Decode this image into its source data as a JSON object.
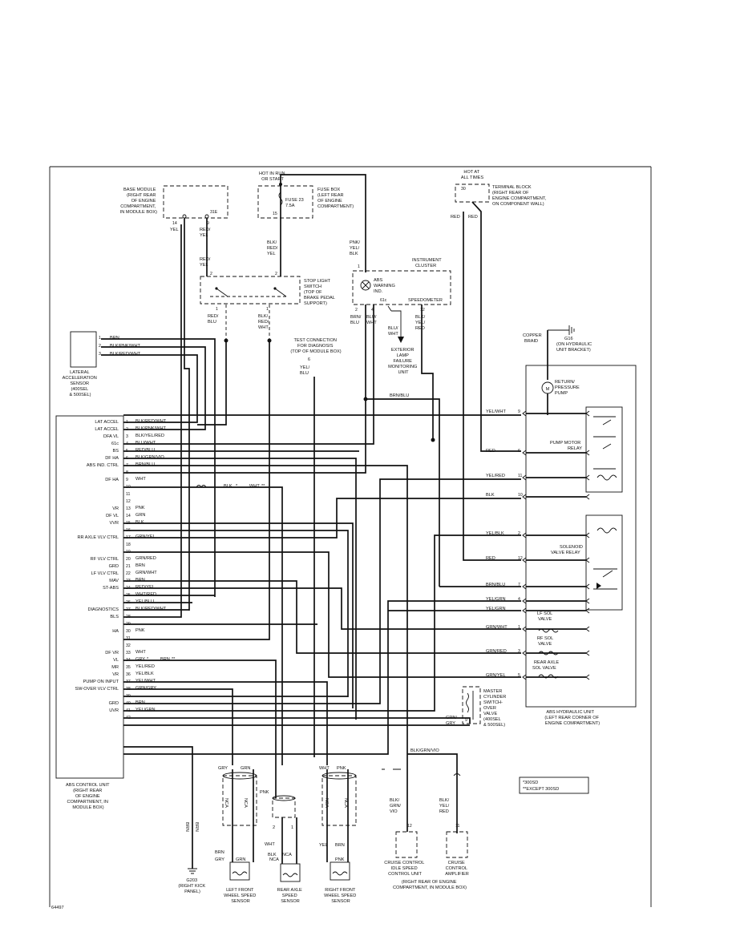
{
  "base_module": {
    "label": [
      "BASE MODULE",
      "(RIGHT REAR",
      "OF ENGINE",
      "COMPARTMENT,",
      "IN MODULE BOX)"
    ],
    "pin_14": "14",
    "pin_9": "9",
    "pin_31e": "31E",
    "wire_14": "YEL",
    "wire_9": [
      "RED/",
      "YEL"
    ]
  },
  "fuse_box": {
    "hot": [
      "HOT IN RUN",
      "OR START"
    ],
    "label": [
      "FUSE BOX",
      "(LEFT REAR",
      "OF ENGINE",
      "COMPARTMENT)"
    ],
    "fuse": [
      "FUSE 23",
      "7.5A"
    ],
    "pin_15": "15",
    "wire": [
      "BLK/",
      "RED/",
      "YEL"
    ]
  },
  "terminal_block": {
    "hot": [
      "HOT AT",
      "ALL TIMES"
    ],
    "pin_30": "30",
    "label": [
      "TERMINAL BLOCK",
      "(RIGHT REAR OF",
      "ENGINE COMPARTMENT,",
      "ON COMPONENT WALL)"
    ],
    "wire_left": "RED",
    "wire_right": "RED"
  },
  "stop_light_switch": {
    "label": [
      "STOP LIGHT",
      "SWITCH",
      "(TOP OF",
      "BRAKE PEDAL",
      "SUPPORT)"
    ],
    "wire_in_left": [
      "RED/",
      "YEL"
    ],
    "pin_2a": "2",
    "pin_2b": "2",
    "pin_1a": "1",
    "pin_1b": "1",
    "wire_out_left": [
      "RED/",
      "BLU"
    ],
    "wire_out_right": [
      "BLK/",
      "RED/",
      "WHT"
    ]
  },
  "instrument_cluster": {
    "wire_in": [
      "PNK/",
      "YEL/",
      "BLK"
    ],
    "label": [
      "INSTRUMENT",
      "CLUSTER"
    ],
    "abs_ind": [
      "ABS",
      "WARNING",
      "IND."
    ],
    "pin_1": "1",
    "pin_2": "2",
    "pin_4": "4",
    "pin_61c": "61c",
    "pin_12": "12",
    "speedometer": "SPEEDOMETER",
    "wire_2": [
      "BRN/",
      "BLU"
    ],
    "wire_4": [
      "BLU/",
      "WHT"
    ],
    "wire_12": [
      "BLK/",
      "YEL/",
      "RED"
    ],
    "wire_61c": [
      "BLU/",
      "WHT"
    ],
    "exterior": [
      "EXTERIOR",
      "LAMP",
      "FAILURE",
      "MONITORING",
      "UNIT"
    ]
  },
  "lateral_sensor": {
    "pins": [
      "1",
      "2",
      "3"
    ],
    "wires": [
      "BRN",
      "BLK/PNK/WHT",
      "BLK/RED/WHT"
    ],
    "label": [
      "LATERAL",
      "ACCELERATION",
      "SENSOR",
      "(400SEL",
      "& 500SEL)"
    ]
  },
  "test_connection": {
    "label": [
      "TEST CONNECTION",
      "FOR DIAGNOSIS",
      "(TOP OF MODULE BOX)"
    ],
    "pin": "6",
    "wire": [
      "YEL/",
      "BLU"
    ]
  },
  "ground_g16": {
    "braid": [
      "COPPER",
      "BRAID"
    ],
    "label": [
      "G16",
      "(ON HYDRAULIC",
      "UNIT BRACKET)"
    ]
  },
  "hydraulic_unit": {
    "pump": [
      "RETURN/",
      "PRESSURE",
      "PUMP"
    ],
    "motor": "M",
    "pump_relay": [
      "PUMP MOTOR",
      "RELAY"
    ],
    "solenoid_relay": [
      "SOLENOID",
      "VALVE RELAY"
    ],
    "lf_sol": [
      "LF SOL",
      "VALVE"
    ],
    "rf_sol": [
      "RF SOL",
      "VALVE"
    ],
    "rear_sol": [
      "REAR AXLE",
      "SOL VALVE"
    ],
    "label": [
      "ABS HYDRAULIC UNIT",
      "(LEFT REAR CORNER OF",
      "ENGINE COMPARTMENT)"
    ],
    "pins": [
      {
        "pin": "9",
        "wire": "YEL/WHT"
      },
      {
        "pin": "6",
        "wire": "RED"
      },
      {
        "pin": "11",
        "wire": "YEL/RED"
      },
      {
        "pin": "10",
        "wire": "BLK"
      },
      {
        "pin": "2",
        "wire": "YEL/BLK"
      },
      {
        "pin": "12",
        "wire": "RED"
      },
      {
        "pin": "7",
        "wire": "BRN/BLU"
      },
      {
        "pin": "4",
        "wire": "YEL/GRN"
      },
      {
        "pin": "",
        "wire": "YEL/GRN"
      },
      {
        "pin": "1",
        "wire": "GRN/WHT"
      },
      {
        "pin": "3",
        "wire": "GRN/RED"
      },
      {
        "pin": "5",
        "wire": "GRN/YEL"
      }
    ],
    "brn_blu": "BRN/BLU"
  },
  "master_cylinder": {
    "label": [
      "MASTER",
      "CYLINDER",
      "SWITCH-",
      "OVER",
      "VALVE",
      "(400SEL",
      "& 500SEL)"
    ],
    "wire": [
      "GRN/",
      "GRY"
    ],
    "pin_9": "9"
  },
  "abs_control_unit": {
    "pins": [
      {
        "num": "1",
        "name": "LAT ACCEL",
        "wire": "BLK/RED/WHT"
      },
      {
        "num": "2",
        "name": "LAT ACCEL",
        "wire": "BLK/PNK/WHT"
      },
      {
        "num": "3",
        "name": "DFA VL",
        "wire": "BLK/YEL/RED"
      },
      {
        "num": "4",
        "name": "61c",
        "wire": "BLU/WHT"
      },
      {
        "num": "5",
        "name": "BS",
        "wire": "RED/BLU"
      },
      {
        "num": "6",
        "name": "DF HA",
        "wire": "BLK/GRN/VIO"
      },
      {
        "num": "7",
        "name": "ABS IND. CTRL",
        "wire": "BRN/BLU"
      },
      {
        "num": "8",
        "name": "",
        "wire": ""
      },
      {
        "num": "9",
        "name": "DF HA",
        "wire": "WHT"
      },
      {
        "num": "10",
        "name": "",
        "wire": ""
      },
      {
        "num": "11",
        "name": "",
        "wire": ""
      },
      {
        "num": "12",
        "name": "",
        "wire": ""
      },
      {
        "num": "13",
        "name": "VR",
        "wire": "PNK"
      },
      {
        "num": "14",
        "name": "DF VL",
        "wire": "GRN"
      },
      {
        "num": "15",
        "name": "VVR",
        "wire": "BLK"
      },
      {
        "num": "16",
        "name": "",
        "wire": ""
      },
      {
        "num": "17",
        "name": "RR AXLE VLV CTRL",
        "wire": "GRN/YEL"
      },
      {
        "num": "18",
        "name": "",
        "wire": ""
      },
      {
        "num": "19",
        "name": "",
        "wire": ""
      },
      {
        "num": "20",
        "name": "RF VLV CTRL",
        "wire": "GRN/RED"
      },
      {
        "num": "21",
        "name": "GRD",
        "wire": "BRN"
      },
      {
        "num": "22",
        "name": "LF VLV CTRL",
        "wire": "GRN/WHT"
      },
      {
        "num": "23",
        "name": "MAV",
        "wire": "BRN"
      },
      {
        "num": "24",
        "name": "ST-ABS",
        "wire": "RED/YEL"
      },
      {
        "num": "25",
        "name": "",
        "wire": "WHT/RED"
      },
      {
        "num": "26",
        "name": "",
        "wire": "YEL/BLU"
      },
      {
        "num": "27",
        "name": "DIAGNOSTICS",
        "wire": "BLK/RED/WHT"
      },
      {
        "num": "28",
        "name": "BLS",
        "wire": ""
      },
      {
        "num": "29",
        "name": "",
        "wire": ""
      },
      {
        "num": "30",
        "name": "HA",
        "wire": "PNK"
      },
      {
        "num": "31",
        "name": "",
        "wire": ""
      },
      {
        "num": "32",
        "name": "",
        "wire": ""
      },
      {
        "num": "33",
        "name": "DF VR",
        "wire": "WHT"
      },
      {
        "num": "34",
        "name": "VL",
        "wire": "GRY"
      },
      {
        "num": "35",
        "name": "MR",
        "wire": "YEL/RED"
      },
      {
        "num": "36",
        "name": "VR",
        "wire": "YEL/BLK"
      },
      {
        "num": "37",
        "name": "PUMP ON INPUT",
        "wire": "YEL/WHT"
      },
      {
        "num": "38",
        "name": "SW-OVER VLV CTRL",
        "wire": "GRN/GRY"
      },
      {
        "num": "39",
        "name": "",
        "wire": ""
      },
      {
        "num": "40",
        "name": "GRD",
        "wire": "BRN"
      },
      {
        "num": "41",
        "name": "UVR",
        "wire": "YEL/GRN"
      },
      {
        "num": "42",
        "name": "",
        "wire": ""
      }
    ],
    "pin30_alt": "BRN",
    "pin9_blk": "BLK",
    "pin9_wht": "WHT",
    "star": "*",
    "dstar": "**",
    "label": [
      "ABS CONTROL UNIT",
      "(RIGHT REAR",
      "OF ENGINE",
      "COMPARTMENT, IN",
      "MODULE BOX)"
    ]
  },
  "wheel_sensors": {
    "gry": "GRY",
    "grn": "GRN",
    "wht": "WHT",
    "pnk": "PNK",
    "nca": "NCA",
    "pnk_side": "PNK",
    "left_alt_brn": "BRN",
    "left_alt_gry": "GRY",
    "rear_alt_wht": "WHT",
    "rear_blk": "BLK",
    "rear_nca": "NCA",
    "right_alt_yel": "YEL",
    "right_brn": "BRN",
    "pin_1": "1",
    "pin_2": "2",
    "left_label": [
      "LEFT FRONT",
      "WHEEL SPEED",
      "SENSOR"
    ],
    "rear_label": [
      "REAR AXLE",
      "SPEED",
      "SENSOR"
    ],
    "right_label": [
      "RIGHT FRONT",
      "WHEEL SPEED",
      "SENSOR"
    ]
  },
  "ground_g203": {
    "wire": "BRN",
    "label": [
      "G203",
      "(RIGHT KICK",
      "PANEL)"
    ]
  },
  "idle_speed": {
    "splice_wire": "BLK/GRN/VIO",
    "wire_left": [
      "BLK/",
      "GRN/",
      "VIO"
    ],
    "wire_right": [
      "BLK/",
      "YEL/",
      "RED"
    ],
    "pin_12": "12",
    "pin_11": "11",
    "unit_a": [
      "CRUISE CONTROL",
      "IDLE SPEED",
      "CONTROL UNIT"
    ],
    "unit_b": [
      "CRUISE",
      "CONTROL",
      "AMPLIFIER"
    ],
    "location": [
      "(RIGHT REAR OF ENGINE",
      "COMPARTMENT, IN MODULE BOX)"
    ]
  },
  "legend": [
    "*300SD",
    "**EXCEPT 300SD"
  ],
  "figure_id": "64497"
}
